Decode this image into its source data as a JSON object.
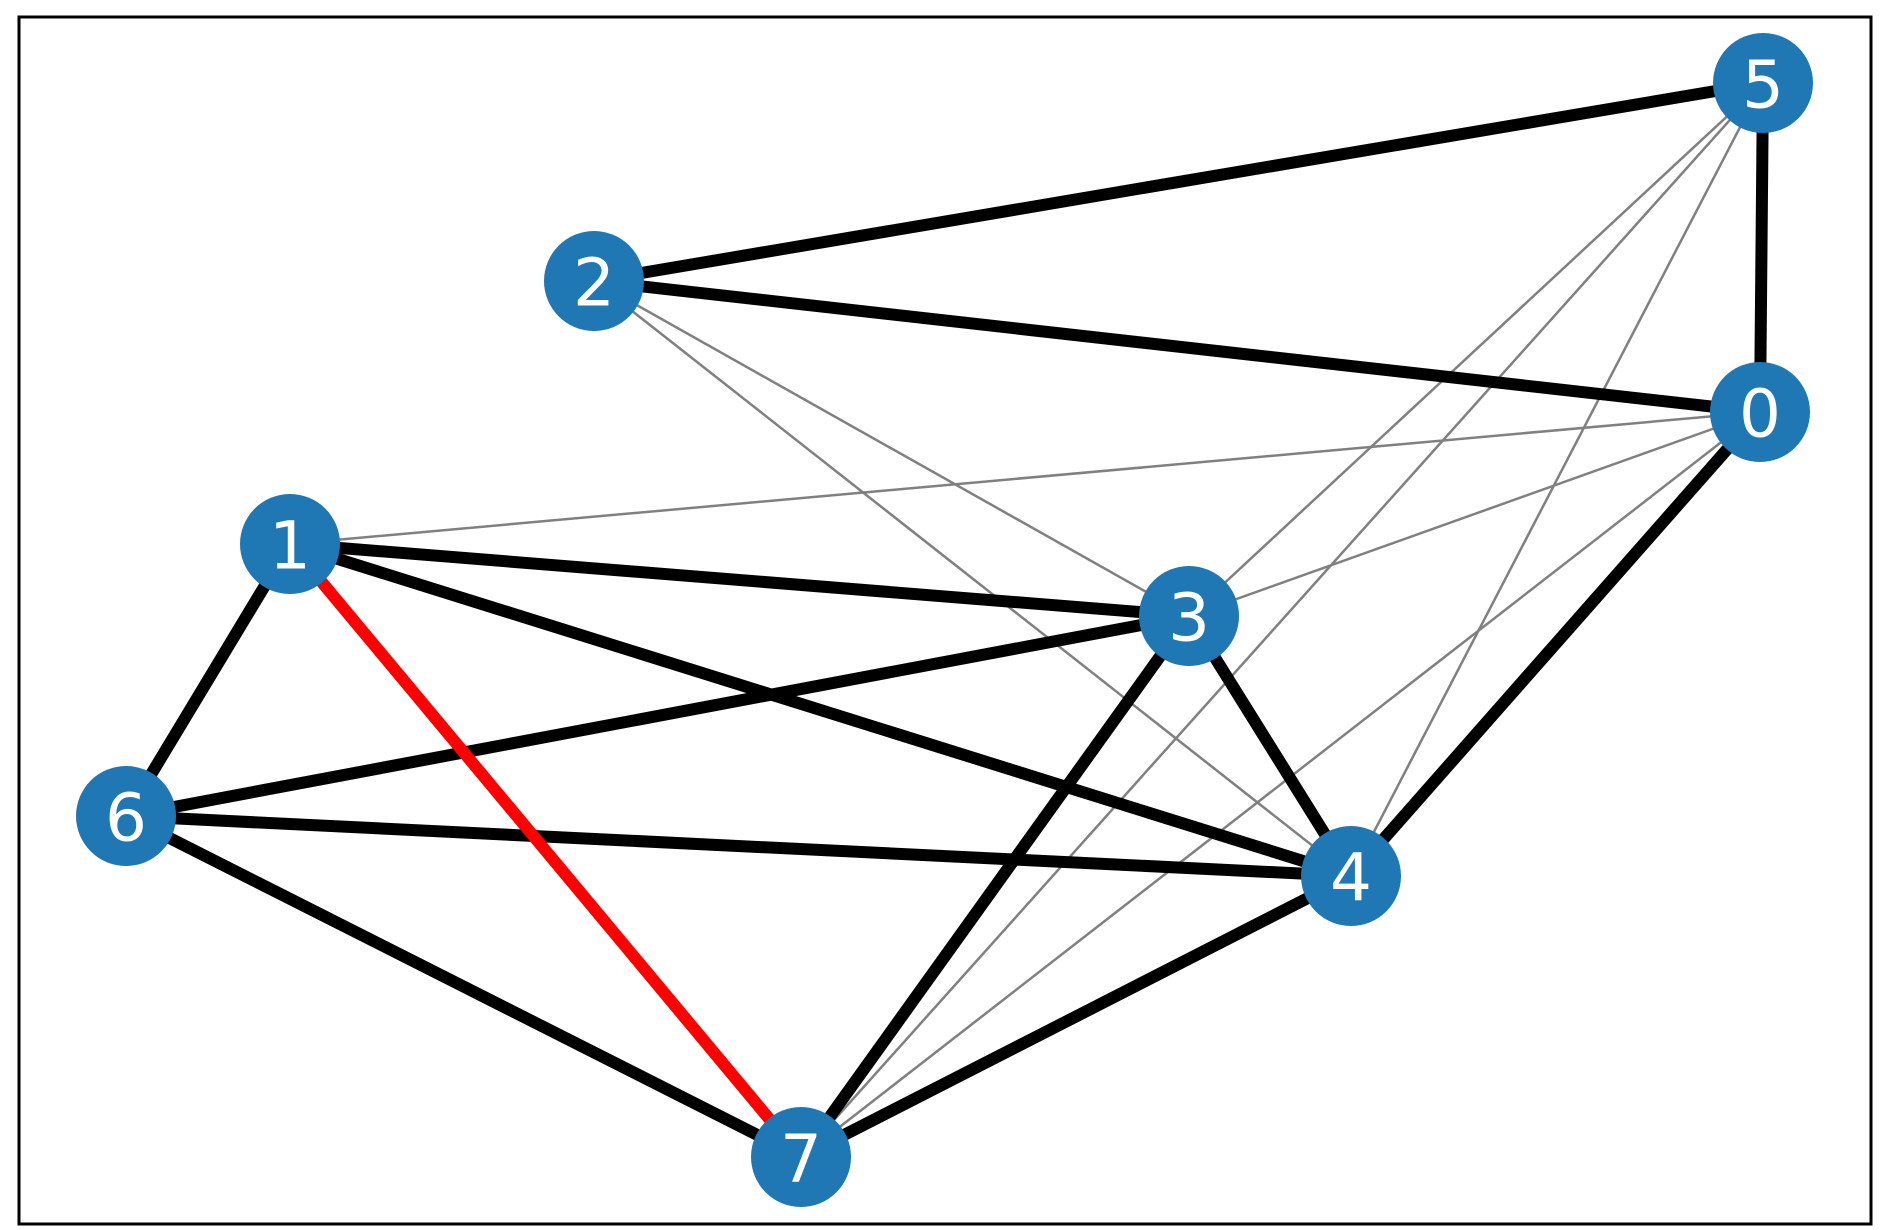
{
  "graph": {
    "colors": {
      "node": "#1f77b4",
      "label": "#ffffff",
      "edge_thin": "#808080",
      "edge_thick": "#000000",
      "edge_highlight": "#ff0000",
      "frame": "#000000"
    },
    "nodes": [
      {
        "id": "0",
        "label": "0"
      },
      {
        "id": "1",
        "label": "1"
      },
      {
        "id": "2",
        "label": "2"
      },
      {
        "id": "3",
        "label": "3"
      },
      {
        "id": "4",
        "label": "4"
      },
      {
        "id": "5",
        "label": "5"
      },
      {
        "id": "6",
        "label": "6"
      },
      {
        "id": "7",
        "label": "7"
      }
    ],
    "edges": [
      {
        "source": "0",
        "target": "1",
        "style": "thin"
      },
      {
        "source": "0",
        "target": "3",
        "style": "thin"
      },
      {
        "source": "0",
        "target": "7",
        "style": "thin"
      },
      {
        "source": "2",
        "target": "3",
        "style": "thin"
      },
      {
        "source": "2",
        "target": "4",
        "style": "thin"
      },
      {
        "source": "3",
        "target": "5",
        "style": "thin"
      },
      {
        "source": "4",
        "target": "5",
        "style": "thin"
      },
      {
        "source": "5",
        "target": "7",
        "style": "thin"
      },
      {
        "source": "2",
        "target": "5",
        "style": "thick"
      },
      {
        "source": "0",
        "target": "2",
        "style": "thick"
      },
      {
        "source": "0",
        "target": "5",
        "style": "thick"
      },
      {
        "source": "0",
        "target": "4",
        "style": "thick"
      },
      {
        "source": "1",
        "target": "3",
        "style": "thick"
      },
      {
        "source": "1",
        "target": "4",
        "style": "thick"
      },
      {
        "source": "1",
        "target": "6",
        "style": "thick"
      },
      {
        "source": "3",
        "target": "6",
        "style": "thick"
      },
      {
        "source": "3",
        "target": "4",
        "style": "thick"
      },
      {
        "source": "3",
        "target": "7",
        "style": "thick"
      },
      {
        "source": "4",
        "target": "6",
        "style": "thick"
      },
      {
        "source": "4",
        "target": "7",
        "style": "thick"
      },
      {
        "source": "6",
        "target": "7",
        "style": "thick"
      },
      {
        "source": "1",
        "target": "7",
        "style": "highlight"
      }
    ]
  }
}
